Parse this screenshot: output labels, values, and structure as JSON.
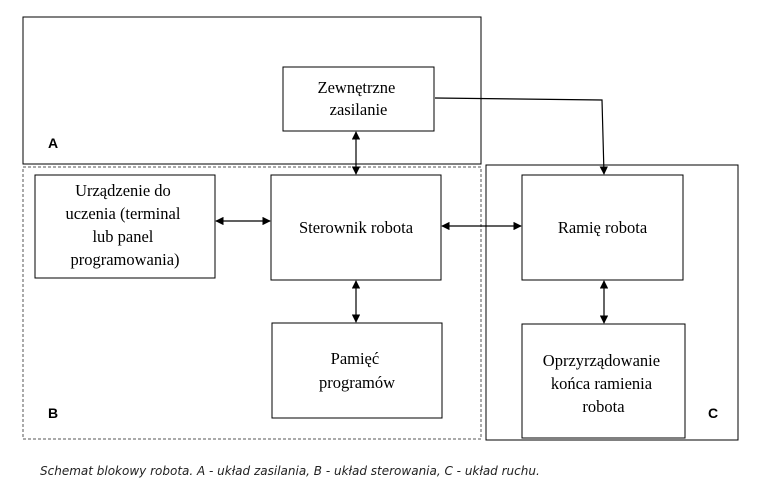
{
  "regions": {
    "a": {
      "label": "A"
    },
    "b": {
      "label": "B"
    },
    "c": {
      "label": "C"
    }
  },
  "nodes": {
    "power": {
      "lines": [
        "Zewnętrzne",
        "zasilanie"
      ]
    },
    "teach": {
      "lines": [
        "Urządzenie do",
        "uczenia (terminal",
        "lub panel",
        "programowania)"
      ]
    },
    "controller": {
      "lines": [
        "Sterownik robota"
      ]
    },
    "memory": {
      "lines": [
        "Pamięć",
        "programów"
      ]
    },
    "arm": {
      "lines": [
        "Ramię robota"
      ]
    },
    "tooling": {
      "lines": [
        "Oprzyrządowanie",
        "końca ramienia",
        "robota"
      ]
    }
  },
  "caption": "Schemat blokowy robota. A - układ zasilania, B - układ sterowania, C - układ ruchu.",
  "colors": {
    "stroke": "#000000",
    "dashed": "#555555",
    "background": "#ffffff"
  }
}
